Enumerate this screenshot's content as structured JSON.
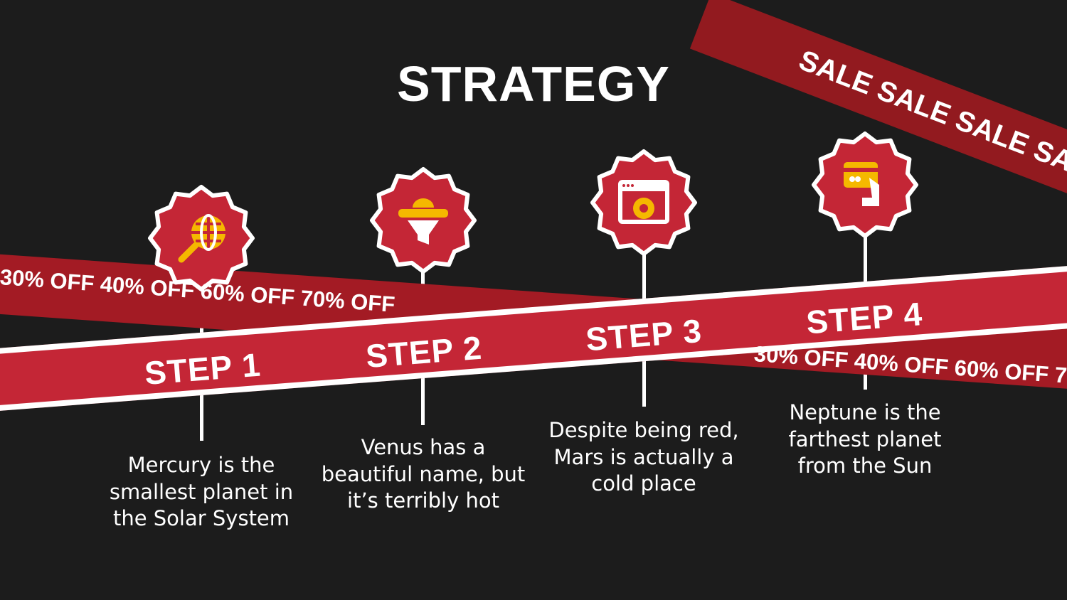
{
  "title": "STRATEGY",
  "sale_ribbon": "SALE SALE SALE SALE SALE SALE",
  "discount_ribbon": "30% OFF 40% OFF 60% OFF 70% OFF",
  "colors": {
    "background": "#1c1c1c",
    "red": "#c42636",
    "dark_red": "#a31b24",
    "yellow": "#f5b800"
  },
  "steps": [
    {
      "label": "STEP 1",
      "icon": "globe-search-icon",
      "text": "Mercury is the smallest planet in the Solar System"
    },
    {
      "label": "STEP 2",
      "icon": "funnel-icon",
      "text": "Venus has a beautiful name, but it’s terribly hot"
    },
    {
      "label": "STEP 3",
      "icon": "browser-gear-icon",
      "text": "Despite being red, Mars is actually a cold place"
    },
    {
      "label": "STEP 4",
      "icon": "card-payment-icon",
      "text": "Neptune is the farthest planet from the Sun"
    }
  ]
}
